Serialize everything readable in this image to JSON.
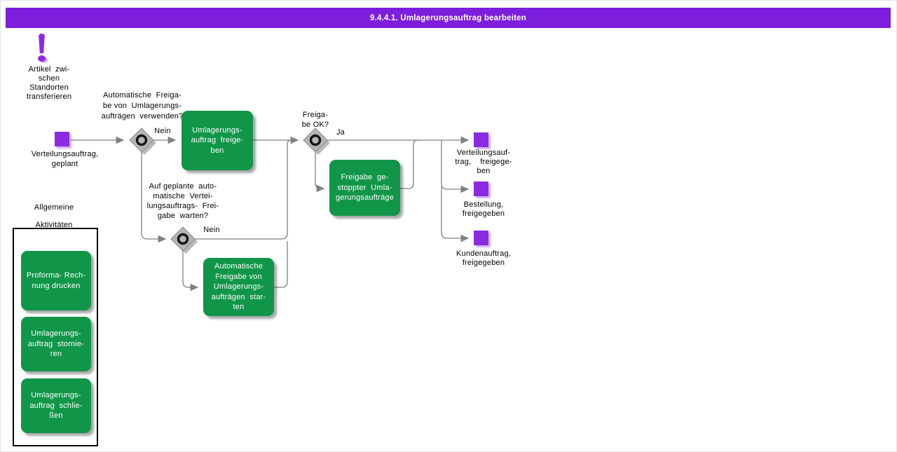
{
  "title": "9.4.4.1. Umlagerungsauftrag bearbeiten",
  "colors": {
    "title_bar": "#7D1EDC",
    "accent_purple": "#8A2BE2",
    "task_green": "#119649",
    "connector_gray": "#808080",
    "diamond_gray": "#B4B4B4"
  },
  "note": {
    "label": "Artikel  zwi-\nschen\nStandorten\ntransferieren"
  },
  "start_event": {
    "label": "Verteilungsauftrag,\ngeplant"
  },
  "decision1": {
    "question": "Automatische  Freiga-\nbe von  Umlagerungs-\naufträgen  verwenden?",
    "branch": "Nein"
  },
  "decision2": {
    "question": "Auf geplante  auto-\nmatische  Vertei-\nlungsauftrags-  Frei-\ngabe  warten?",
    "branch": "Nein"
  },
  "decision3": {
    "question": "Freiga-\nbe OK?",
    "branch": "Ja"
  },
  "tasks": {
    "release_order": "Umlagerungs-\nauftrag  freige-\nben",
    "start_auto_release": "Automatische\nFreigabe von\nUmlagerungs-\naufträgen  star-\nten",
    "release_stopped": "Freigabe  ge-\nstoppter  Umla-\ngerungsaufträge"
  },
  "end_events": [
    {
      "label": "Verteilungsauf-\ntrag,    freigege-\nben"
    },
    {
      "label": "Bestellung,\nfreigegeben"
    },
    {
      "label": "Kundenauftrag,\nfreigegeben"
    }
  ],
  "general_activities": {
    "title": "Allgemeine\nAktivitäten",
    "items": [
      {
        "label": "Proforma- Rech-\nnung drucken"
      },
      {
        "label": "Umlagerungs-\nauftrag  stornie-\nren"
      },
      {
        "label": "Umlagerungs-\nauftrag  schlie-\nßen"
      }
    ]
  }
}
